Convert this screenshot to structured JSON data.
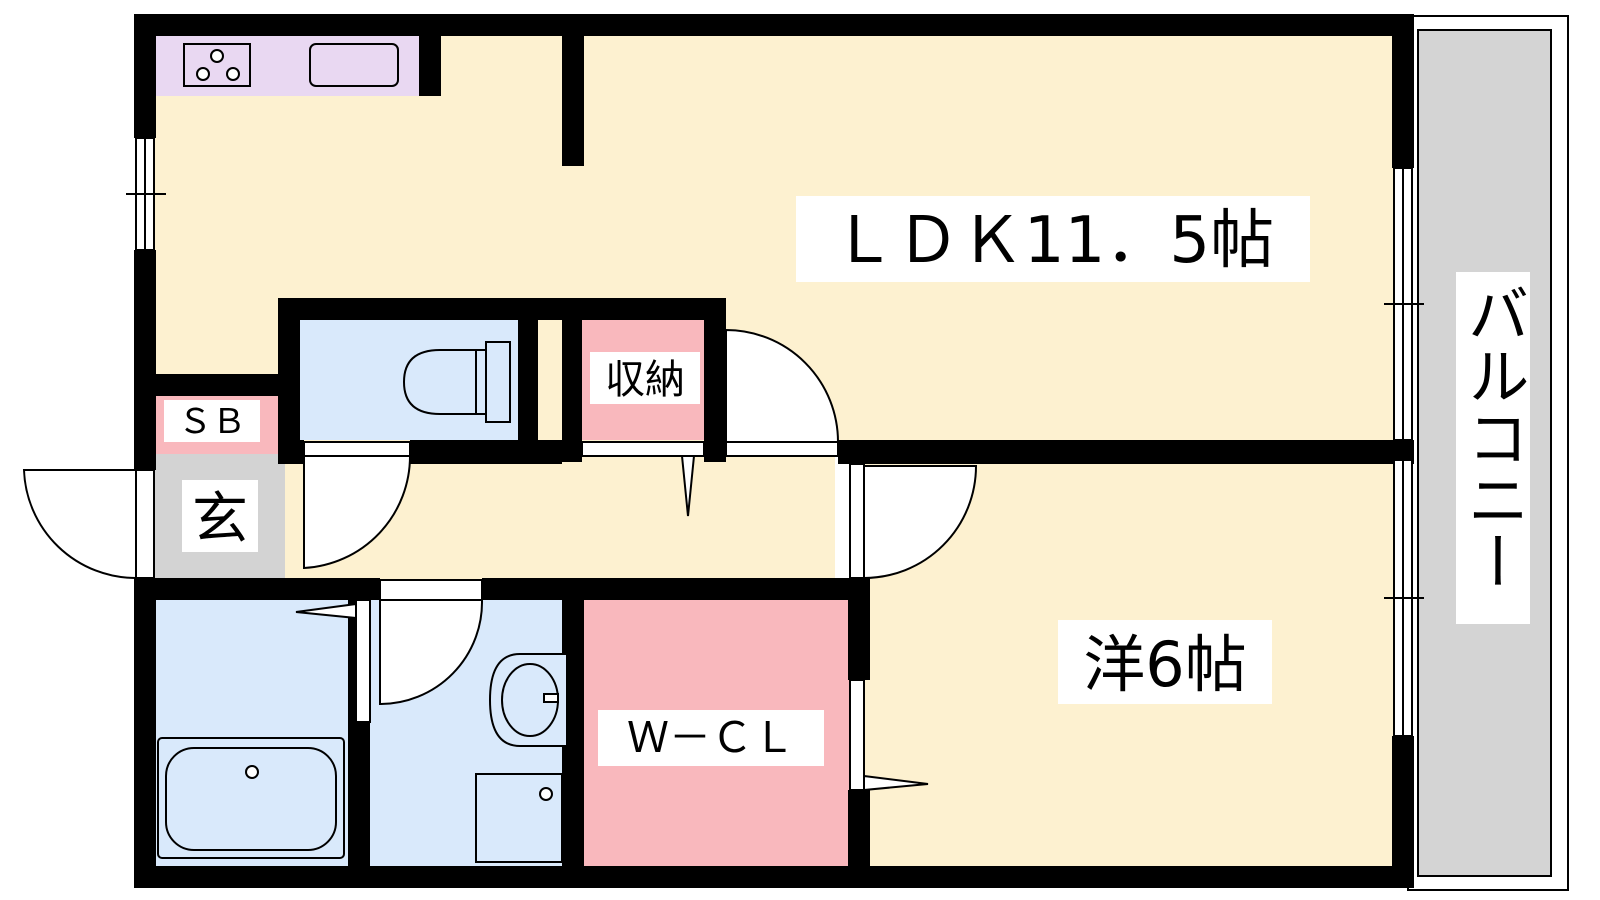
{
  "colors": {
    "wall": "#000000",
    "ldk_floor": "#fdf1d0",
    "kitchen": "#e9d8f2",
    "storage_pink": "#f9b8bd",
    "wet_blue": "#d9e9fb",
    "entrance_gray": "#d3d3d3",
    "balcony_gray": "#d4d4d4"
  },
  "rooms": {
    "ldk": "ＬＤＫ11．5帖",
    "western": "洋6帖",
    "wcl": "Ｗ－ＣＬ",
    "storage": "収納",
    "shoe_box": "ＳＢ",
    "entrance": "玄",
    "balcony": "バルコニー"
  }
}
